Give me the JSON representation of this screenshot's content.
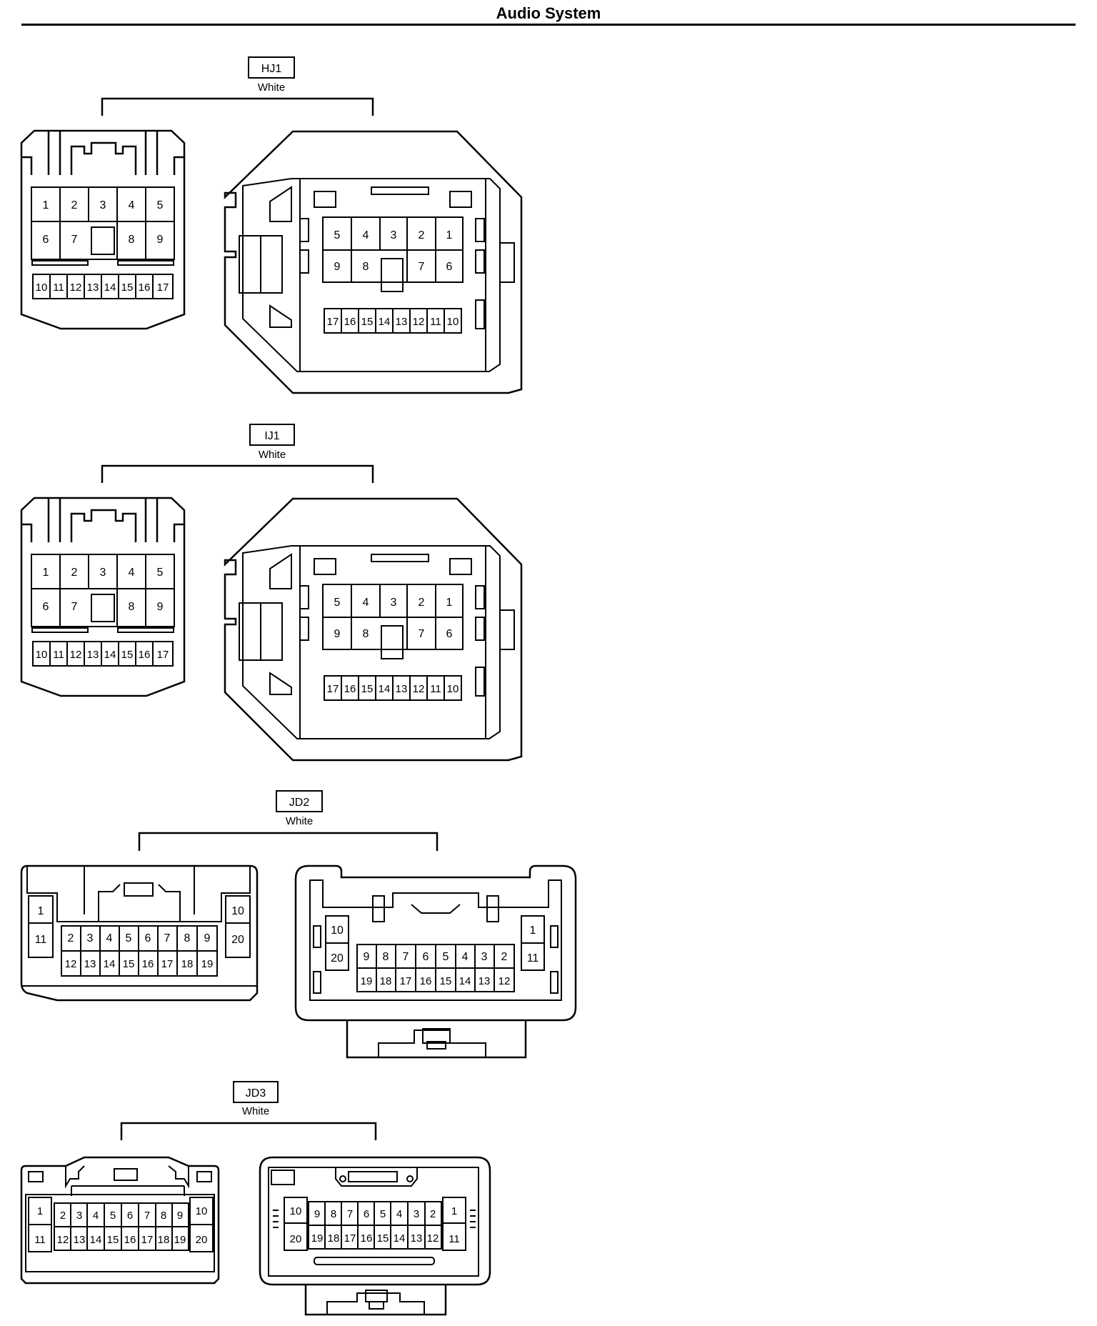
{
  "header": {
    "title": "Audio System"
  },
  "connectors": [
    {
      "id": "HJ1",
      "color": "White"
    },
    {
      "id": "IJ1",
      "color": "White"
    },
    {
      "id": "JD2",
      "color": "White"
    },
    {
      "id": "JD3",
      "color": "White"
    }
  ]
}
